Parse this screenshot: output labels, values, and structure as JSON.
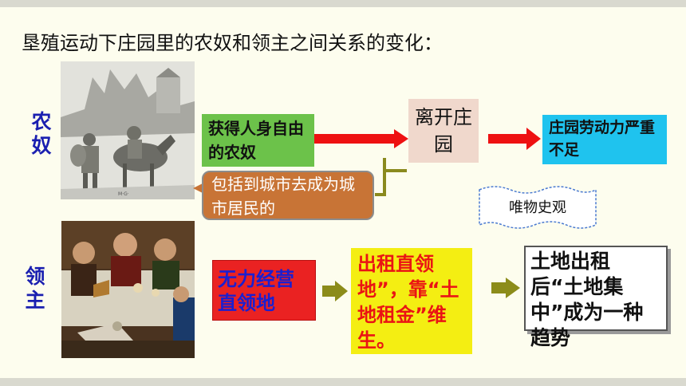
{
  "title": "垦殖运动下庄园里的农奴和领主之间关系的变化：",
  "labels": {
    "serf": "农奴",
    "lord": "领主"
  },
  "serf_row": {
    "freed_serfs": "获得人身自由的农奴",
    "leave_manor": "离开庄园",
    "labor_shortage": "庄园劳动力严重不足",
    "callout": "包括到城市去成为城市居民的",
    "note": "唯物史观"
  },
  "lord_row": {
    "unable": "无力经营直领地",
    "lease": "出租直领地”，靠“土地租金”维生。",
    "concentration": "土地出租后“土地集中”成为一种趋势"
  },
  "colors": {
    "arrow_red": "#ee1111",
    "arrow_olive": "#8c8c1a",
    "brace_olive": "#8a8a1e"
  }
}
